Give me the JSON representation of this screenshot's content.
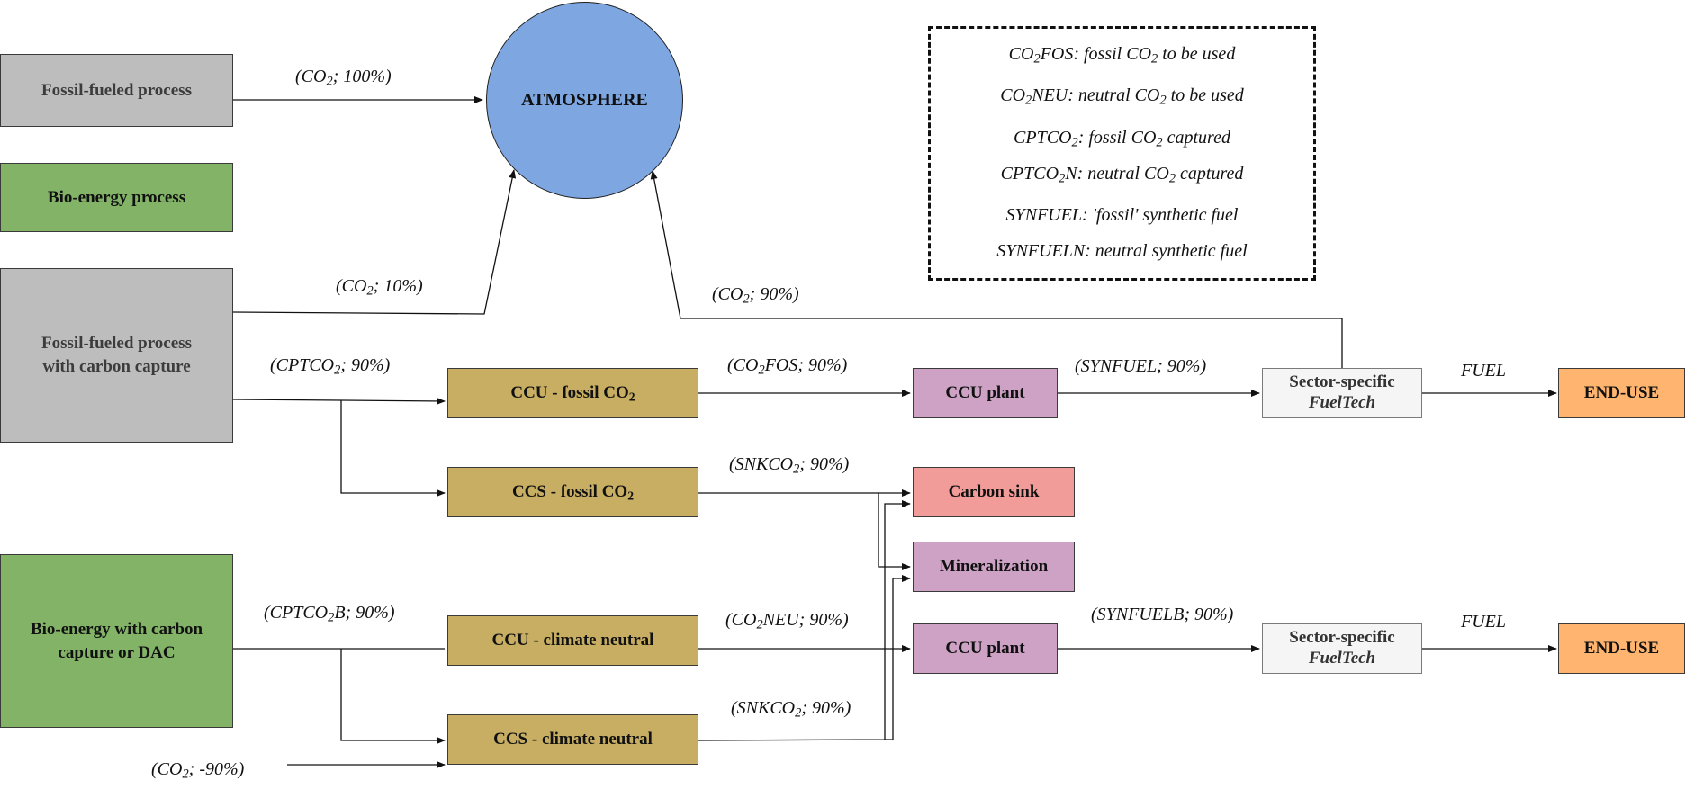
{
  "nodes": {
    "fossil_process": "Fossil-fueled process",
    "bio_process": "Bio-energy process",
    "fossil_cc_line1": "Fossil-fueled process",
    "fossil_cc_line2": "with carbon capture",
    "bio_cc_line1": "Bio-energy with carbon",
    "bio_cc_line2": "capture or DAC",
    "atmosphere": "ATMOSPHERE",
    "ccu_fossil_pre": "CCU - fossil CO",
    "ccs_fossil_pre": "CCS - fossil CO",
    "sub_2": "2",
    "ccu_neutral": "CCU - climate neutral",
    "ccs_neutral": "CCS - climate neutral",
    "ccu_plant_top": "CCU plant",
    "ccu_plant_bottom": "CCU plant",
    "carbon_sink": "Carbon sink",
    "mineralization": "Mineralization",
    "sector_line1": "Sector-specific",
    "sector_line2": "FuelTech",
    "end_use": "END-USE"
  },
  "flows": {
    "co2_100": [
      "(CO",
      "2",
      "; 100%)"
    ],
    "co2_10": [
      "(CO",
      "2",
      "; 10%)"
    ],
    "co2_90": [
      "(CO",
      "2",
      "; 90%)"
    ],
    "cptco2_90": [
      "(CPTCO",
      "2",
      "; 90%)"
    ],
    "co2fos_90": [
      "(CO",
      "2",
      "FOS; 90%)"
    ],
    "synfuel_90": "(SYNFUEL; 90%)",
    "fuel": "FUEL",
    "snkco2_90_top": [
      "(SNKCO",
      "2",
      "; 90%)"
    ],
    "cptco2b_90": [
      "(CPTCO",
      "2",
      "B; 90%)"
    ],
    "co2neu_90": [
      "(CO",
      "2",
      "NEU; 90%)"
    ],
    "synfuelb_90": "(SYNFUELB; 90%)",
    "snkco2_90_bottom": [
      "(SNKCO",
      "2",
      "; 90%)"
    ],
    "co2_neg90": [
      "(CO",
      "2",
      "; -90%)"
    ]
  },
  "legend": {
    "l1": [
      "CO",
      "2",
      "FOS: fossil CO",
      "2",
      " to be used"
    ],
    "l2": [
      "CO",
      "2",
      "NEU: neutral CO",
      "2",
      " to be used"
    ],
    "l3": [
      "CPTCO",
      "2",
      ": fossil CO",
      "2",
      " captured"
    ],
    "l4": [
      "CPTCO",
      "2",
      "N: neutral CO",
      "2",
      " captured"
    ],
    "l5": "SYNFUEL: 'fossil' synthetic fuel",
    "l6": "SYNFUELN: neutral synthetic fuel"
  }
}
